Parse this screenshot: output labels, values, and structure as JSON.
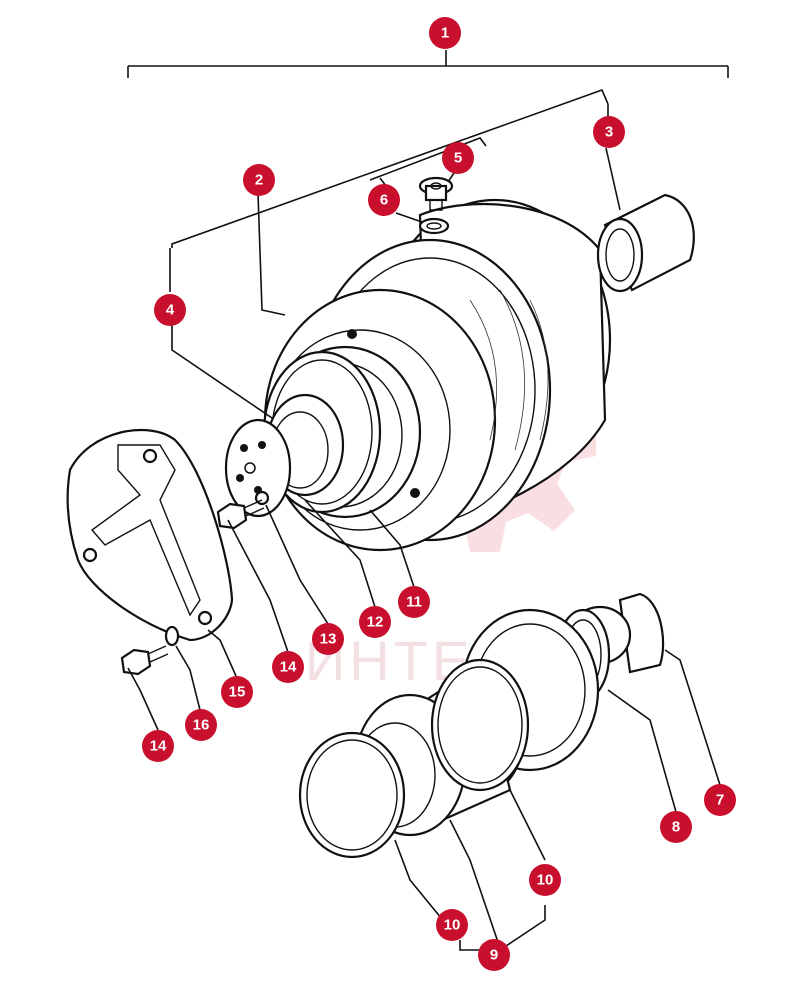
{
  "watermark": {
    "text": "ИНТЕХ",
    "color": "#f2b8bd"
  },
  "badge_color": "#c8102e",
  "callouts": [
    {
      "id": "c1",
      "label": "1"
    },
    {
      "id": "c2",
      "label": "2"
    },
    {
      "id": "c3",
      "label": "3"
    },
    {
      "id": "c4",
      "label": "4"
    },
    {
      "id": "c5",
      "label": "5"
    },
    {
      "id": "c6",
      "label": "6"
    },
    {
      "id": "c7",
      "label": "7"
    },
    {
      "id": "c8",
      "label": "8"
    },
    {
      "id": "c9",
      "label": "9"
    },
    {
      "id": "c10a",
      "label": "10"
    },
    {
      "id": "c10b",
      "label": "10"
    },
    {
      "id": "c11",
      "label": "11"
    },
    {
      "id": "c12",
      "label": "12"
    },
    {
      "id": "c13",
      "label": "13"
    },
    {
      "id": "c14a",
      "label": "14"
    },
    {
      "id": "c14b",
      "label": "14"
    },
    {
      "id": "c15",
      "label": "15"
    },
    {
      "id": "c16",
      "label": "16"
    }
  ]
}
